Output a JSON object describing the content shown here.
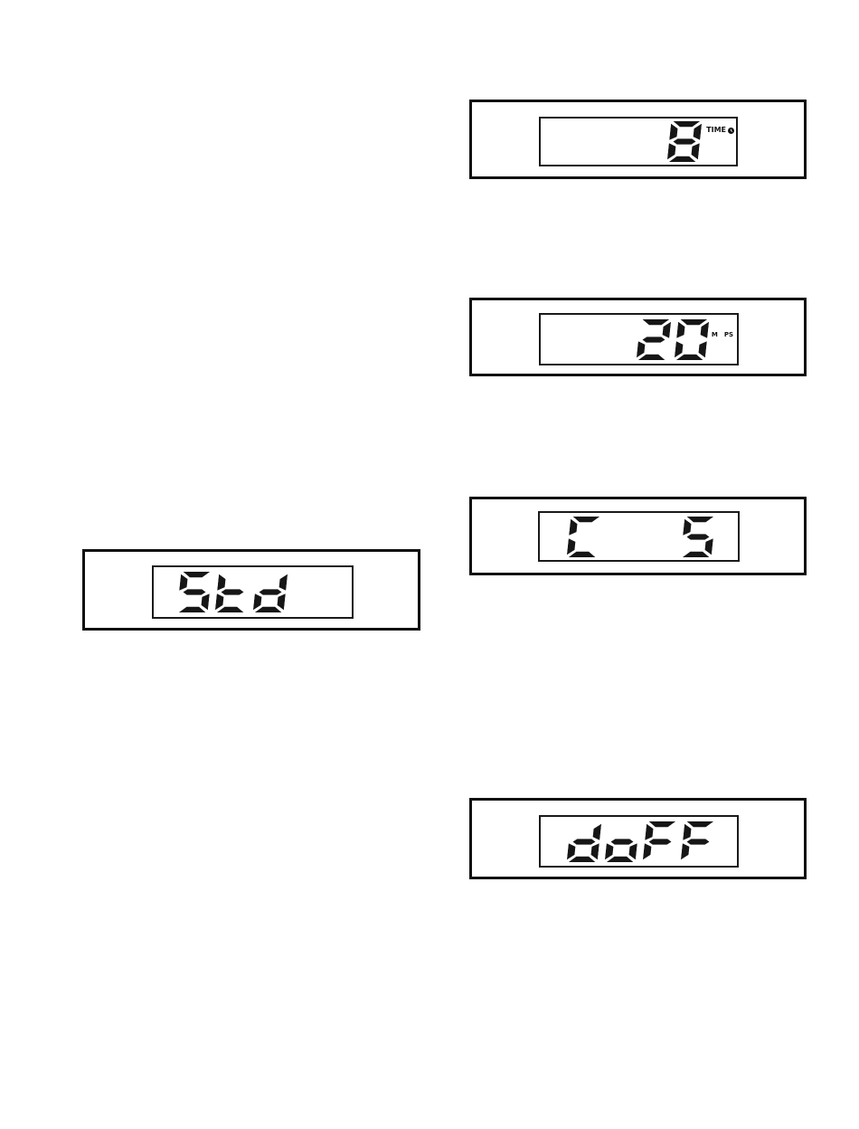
{
  "page": {
    "background": "#ffffff",
    "ink": "#161616",
    "frame_color": "#101010"
  },
  "figures": [
    {
      "name": "hour-display",
      "segments": "8",
      "indicator": {
        "label": "TIME",
        "icon": "clock-icon"
      }
    },
    {
      "name": "minutes-display",
      "segments": "20",
      "indicators": [
        {
          "label": "M"
        },
        {
          "label": "PS"
        }
      ]
    },
    {
      "name": "cycle-display",
      "segments": "C  5"
    },
    {
      "name": "mode-display",
      "segments": "Std"
    },
    {
      "name": "display-off-display",
      "segments": "doFF"
    }
  ]
}
